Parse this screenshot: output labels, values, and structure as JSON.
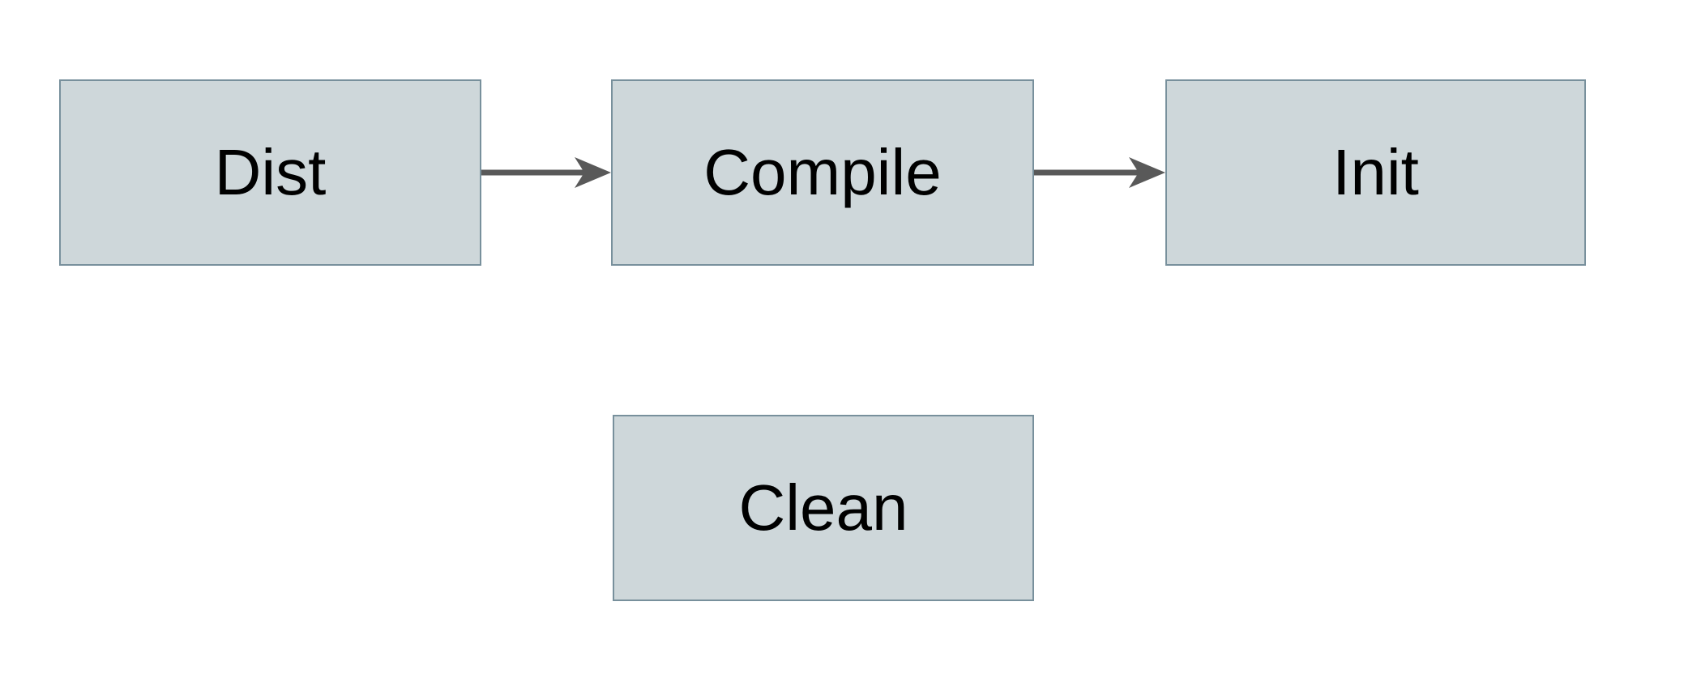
{
  "diagram": {
    "type": "flowchart",
    "nodes": [
      {
        "id": "dist",
        "label": "Dist"
      },
      {
        "id": "compile",
        "label": "Compile"
      },
      {
        "id": "init",
        "label": "Init"
      },
      {
        "id": "clean",
        "label": "Clean"
      }
    ],
    "edges": [
      {
        "from": "Dist",
        "to": "Compile",
        "style": "arrow-right"
      },
      {
        "from": "Compile",
        "to": "Init",
        "style": "arrow-right"
      }
    ]
  },
  "colors": {
    "canvas-bg": "#ffffff",
    "node-fill": "#ced7da",
    "node-border": "#78909c",
    "node-text": "#000000",
    "arrow": "#595959"
  }
}
